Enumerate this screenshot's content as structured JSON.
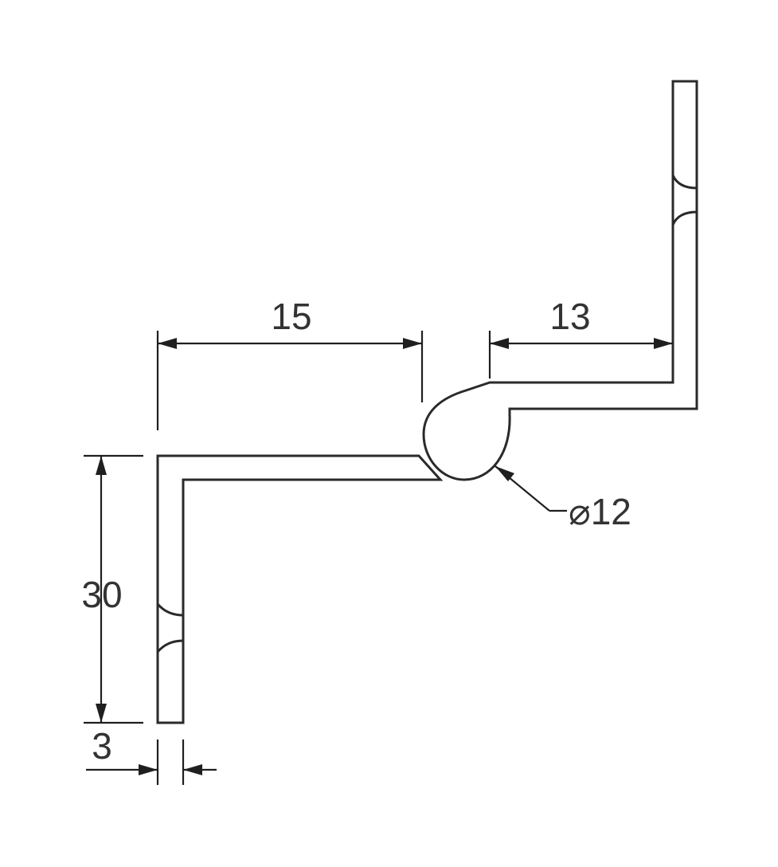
{
  "dimensions": {
    "width_left": "15",
    "width_right": "13",
    "height": "30",
    "thickness": "3",
    "diameter": "⌀12"
  }
}
